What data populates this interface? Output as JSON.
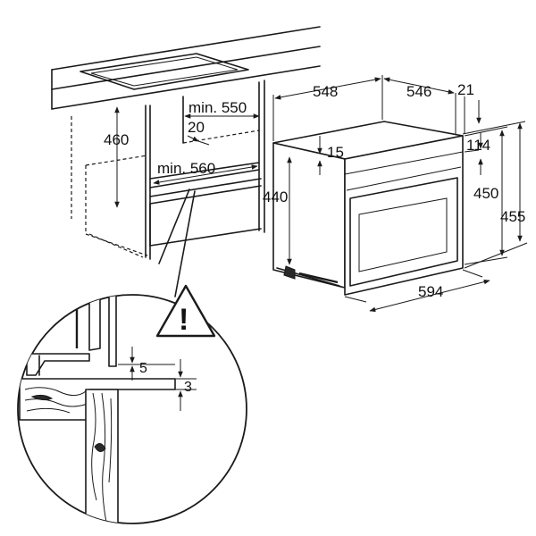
{
  "diagram": {
    "dimensions": {
      "niche_depth_min": "min. 550",
      "niche_gap": "20",
      "niche_height": "460",
      "niche_width_min": "min. 560",
      "oven_depth": "548",
      "oven_body_depth": "546",
      "front_thickness": "21",
      "top_offset": "15",
      "front_height": "440",
      "panel_height": "114",
      "body_height": "450",
      "overall_height": "455",
      "overall_width": "594",
      "detail_gap_top": "5",
      "detail_gap_bottom": "3"
    },
    "warning_symbol": "!",
    "icons": {
      "warning": "warning-triangle-icon",
      "arrow": "dimension-arrow-icon"
    }
  }
}
